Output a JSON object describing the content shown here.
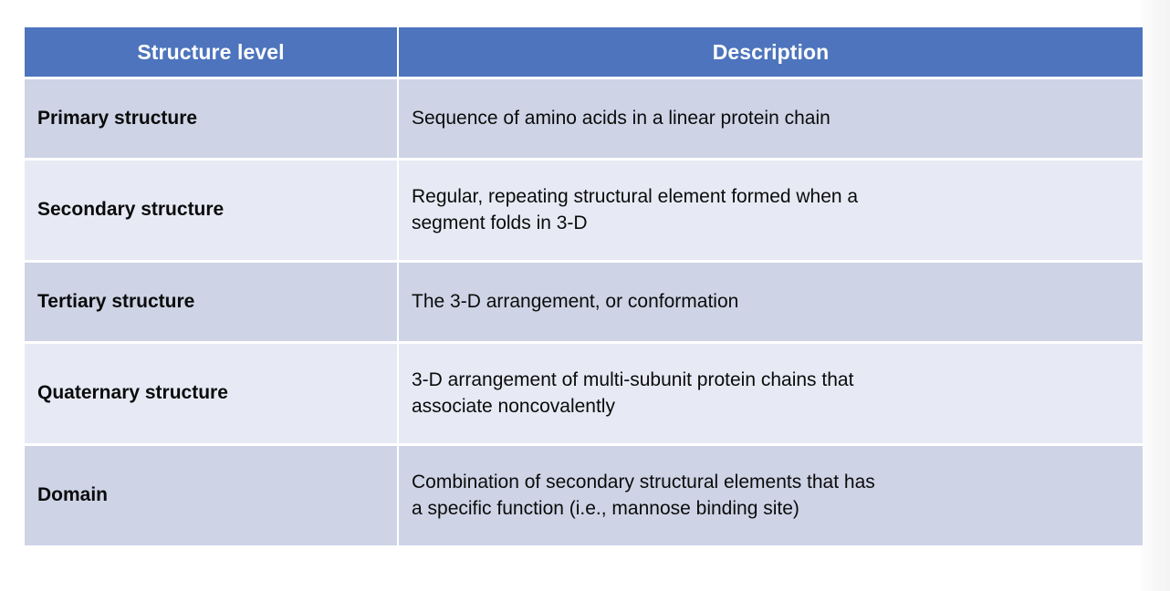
{
  "table": {
    "name": "protein-structure-levels",
    "header": {
      "col_level": "Structure level",
      "col_description": "Description"
    },
    "colors": {
      "header_background": "#4d74bd",
      "header_text": "#ffffff",
      "row_band_dark": "#ced4e6",
      "row_band_light": "#e7eaf4",
      "body_text": "#0b0b0b",
      "page_background": "#ffffff"
    },
    "rows": [
      {
        "level": "Primary structure",
        "description_lines": [
          "Sequence of amino acids in a linear protein chain"
        ],
        "band": "dark"
      },
      {
        "level": "Secondary structure",
        "description_lines": [
          "Regular, repeating structural element formed when a",
          "segment folds in 3-D"
        ],
        "band": "light"
      },
      {
        "level": "Tertiary structure",
        "description_lines": [
          "The 3-D arrangement, or conformation"
        ],
        "band": "dark"
      },
      {
        "level": "Quaternary structure",
        "description_lines": [
          "3-D arrangement of multi-subunit protein chains that",
          "associate noncovalently"
        ],
        "band": "light"
      },
      {
        "level": "Domain",
        "description_lines": [
          "Combination of secondary structural elements that has",
          "a specific function (i.e., mannose binding site)"
        ],
        "band": "dark"
      }
    ]
  }
}
